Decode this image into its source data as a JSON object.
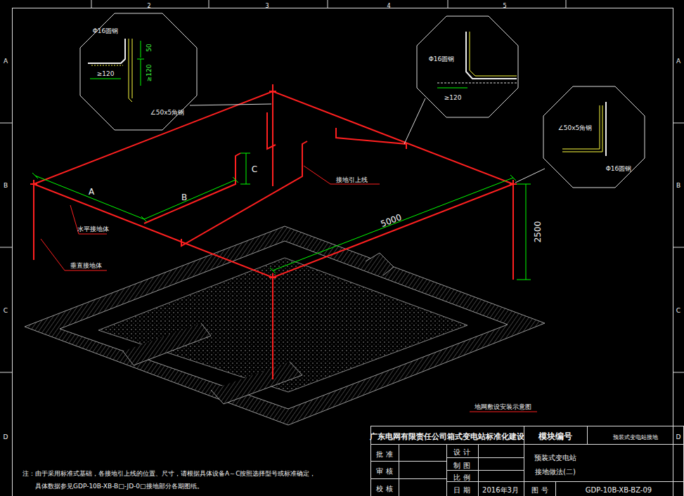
{
  "diagram": {
    "caption": "地网敷设安装示意图",
    "labels": [
      "Φ16圆钢",
      "50",
      "≥120",
      "≥120",
      "∠50x5角钢",
      "Φ16圆钢",
      "≥120",
      "∠50x5角钢",
      "Φ16圆钢",
      "A",
      "B",
      "C",
      "5000",
      "2500",
      "接地引上线",
      "水平接地体",
      "垂直接地体",
      "注：由于采用标准式基础，各接地引上线的位置、尺寸，请根据具体设备A～C按照选择型号或标准确定，",
      "具体数据参见GDP-10B-XB-B□-JD-0□接地部分各期图纸。",
      "广东电网有限责任公司箱式变电站标准化建设",
      "模块编号",
      "预装式变电站接地",
      "批 准",
      "审 核",
      "校 核",
      "设 计",
      "制 图",
      "比 例",
      "日 期",
      "2016年3月",
      "预装式变电站",
      "接地做法(二)",
      "图 号",
      "GDP-10B-XB-BZ-09",
      "2",
      "3",
      "4",
      "5",
      "A",
      "B",
      "C",
      "D",
      "A",
      "B",
      "C",
      "D"
    ]
  }
}
